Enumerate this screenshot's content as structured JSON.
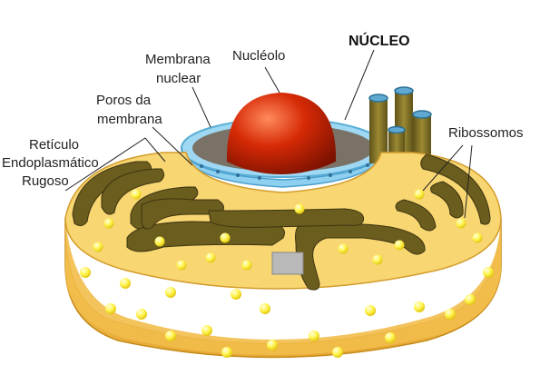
{
  "labels": {
    "nucleo": "NÚCLEO",
    "nucleolo": "Nucléolo",
    "membrana_l1": "Membrana",
    "membrana_l2": "nuclear",
    "poros_l1": "Poros da",
    "poros_l2": "membrana",
    "reticulo_l1": "Retículo",
    "reticulo_l2": "Endoplasmático",
    "reticulo_l3": "Rugoso",
    "ribossomos": "Ribossomos"
  },
  "colors": {
    "er_outer": "#f3c04e",
    "er_top": "#f9d877",
    "er_channel": "#6d5f1f",
    "er_channel_dark": "#4a3f12",
    "ribosome": "#fff066",
    "nucleus_membrane": "#8ed0f0",
    "nucleolus": "#cc2200",
    "pipes": "#8a7a2a"
  }
}
